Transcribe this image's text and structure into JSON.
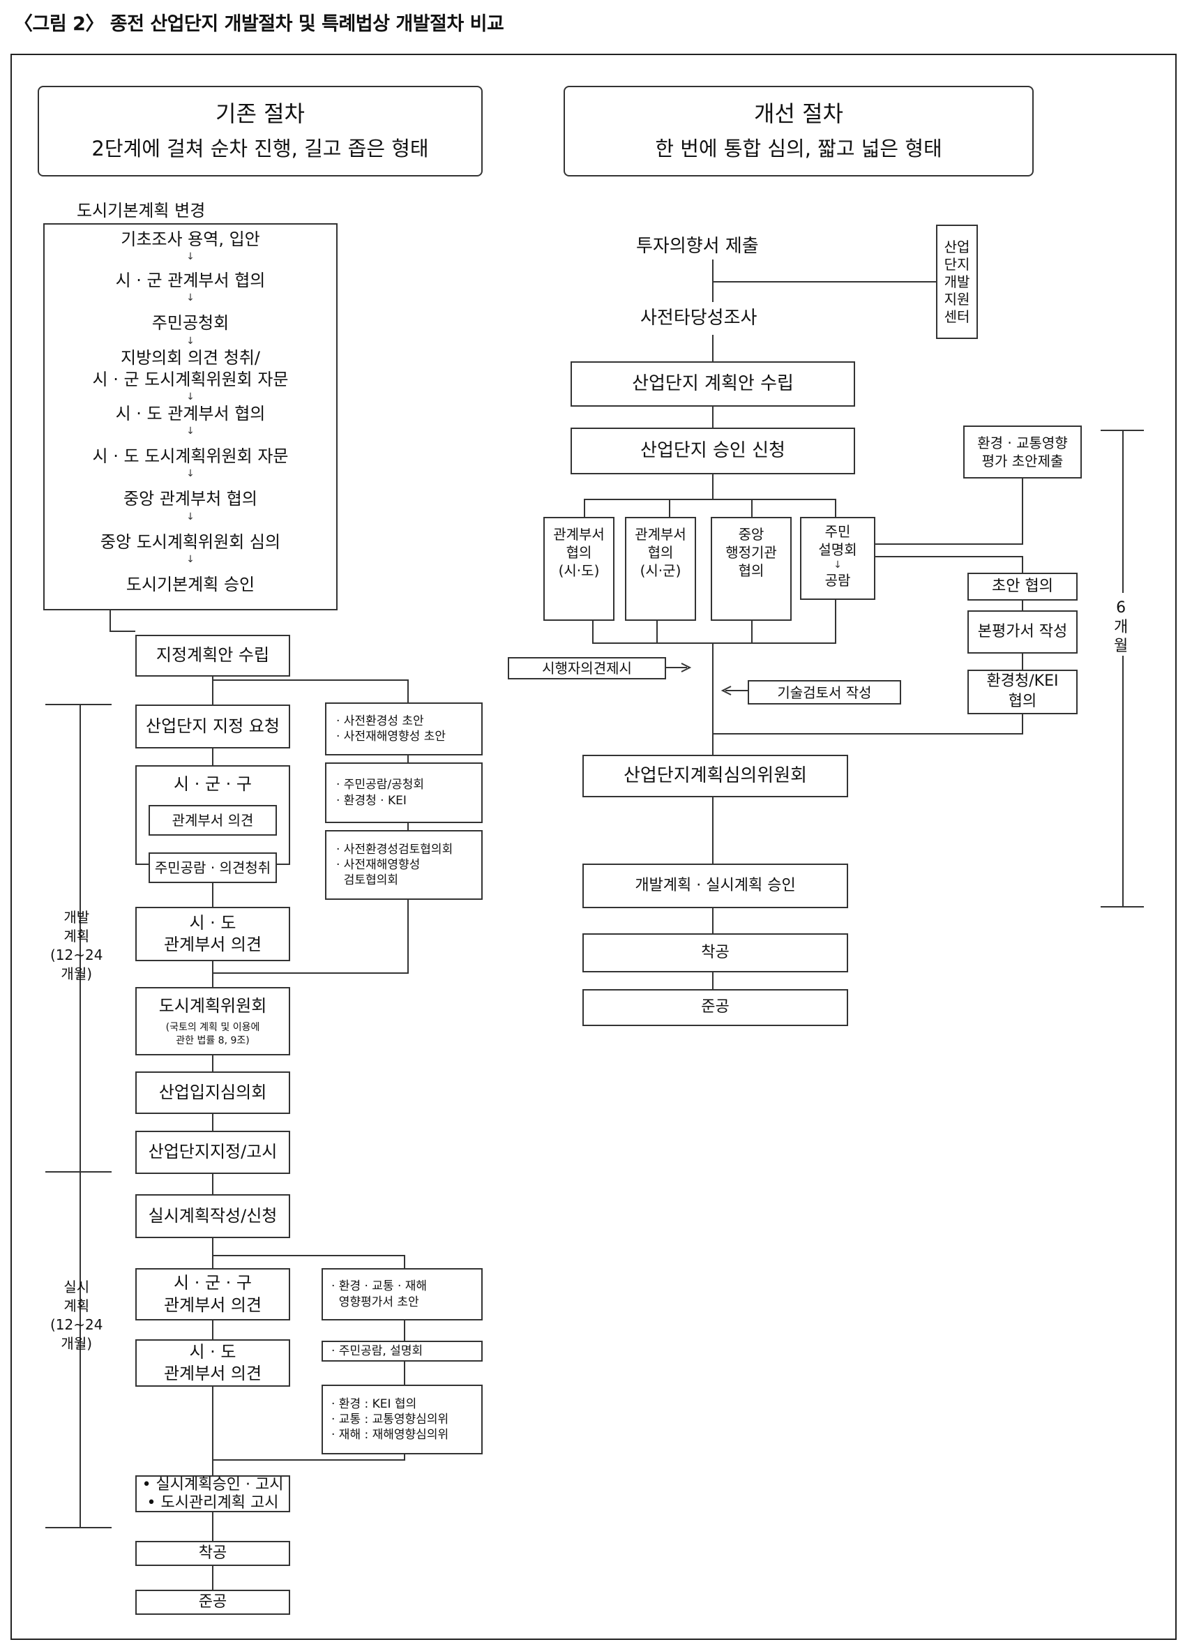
{
  "title": "〈그림 2〉 종전 산업단지 개발절차 및 특례법상 개발절차 비교",
  "left_header": {
    "title": "기존 절차",
    "subtitle": "2단계에 걸쳐 순차 진행, 길고 좁은 형태"
  },
  "right_header": {
    "title": "개선 절차",
    "subtitle": "한 번에 통합 심의, 짧고 넓은 형태"
  },
  "left": {
    "city_plan_label": "도시기본계획 변경",
    "city_plan_steps": [
      "기초조사 용역, 입안",
      "시 · 군 관계부서 협의",
      "주민공청회",
      "지방의회 의견 청취/",
      "시 · 군 도시계획위원회 자문",
      "시 · 도 관계부서 협의",
      "시 · 도 도시계획위원회 자문",
      "중앙 관계부처 협의",
      "중앙 도시계획위원회  심의",
      "도시기본계획 승인"
    ],
    "designation_plan": "지정계획안 수립",
    "phase_dev": [
      "개발",
      "계획",
      "(12~24",
      "개월)"
    ],
    "phase_impl": [
      "실시",
      "계획",
      "(12~24",
      "개월)"
    ],
    "designation_request": "산업단지 지정 요청",
    "sgg_title": "시 · 군 · 구",
    "sgg_sub1": "관계부서 의견",
    "sgg_sub2": "주민공람 · 의견청취",
    "sido1": [
      "시 · 도",
      "관계부서 의견"
    ],
    "city_committee": "도시계획위원회",
    "city_committee_note": [
      "(국토의 계획 및 이용에",
      "관한 법률 8, 9조)"
    ],
    "location_council": "산업입지심의회",
    "designation_notice": "산업단지지정/고시",
    "impl_plan": "실시계획작성/신청",
    "sgg2": [
      "시 · 군 · 구",
      "관계부서 의견"
    ],
    "sido2": [
      "시 · 도",
      "관계부서 의견"
    ],
    "impl_approval": [
      "• 실시계획승인 · 고시",
      "• 도시관리계획 고시"
    ],
    "construction_start": "착공",
    "completion": "준공",
    "side1": [
      "· 사전환경성 초안",
      "· 사전재해영향성 초안"
    ],
    "side2": [
      "· 주민공람/공청회",
      "· 환경청 · KEI"
    ],
    "side3": [
      "· 사전환경성검토협의회",
      "· 사전재해영향성",
      "  검토협의회"
    ],
    "side4": [
      "· 환경 · 교통 · 재해",
      "  영향평가서 초안"
    ],
    "side5": [
      "· 주민공람, 설명회"
    ],
    "side6": [
      "· 환경 : KEI 협의",
      "· 교통 : 교통영향심의위",
      "· 재해 : 재해영향심의위"
    ]
  },
  "right": {
    "investment": "투자의향서 제출",
    "support_center": [
      "산업",
      "단지",
      "개발",
      "지원",
      "센터"
    ],
    "feasibility": "사전타당성조사",
    "plan_setup": "산업단지 계획안 수립",
    "approval_request": "산업단지 승인 신청",
    "env_eval": [
      "환경 · 교통영향",
      "평가 초안제출"
    ],
    "consult1": [
      "관계부서",
      "협의",
      "(시·도)"
    ],
    "consult2": [
      "관계부서",
      "협의",
      "(시·군)"
    ],
    "consult3": [
      "중앙",
      "행정기관",
      "협의"
    ],
    "resident": [
      "주민",
      "설명회"
    ],
    "resident_view": "공람",
    "draft_consult": "초안 협의",
    "main_eval": "본평가서 작성",
    "kei_consult": [
      "환경청/KEI",
      "협의"
    ],
    "implementer": "시행자의견제시",
    "tech_review": "기술검토서 작성",
    "committee": "산업단지계획심의위원회",
    "dev_approval": "개발계획 · 실시계획 승인",
    "construction_start": "착공",
    "completion": "준공",
    "duration": [
      "6",
      "개",
      "월"
    ]
  }
}
